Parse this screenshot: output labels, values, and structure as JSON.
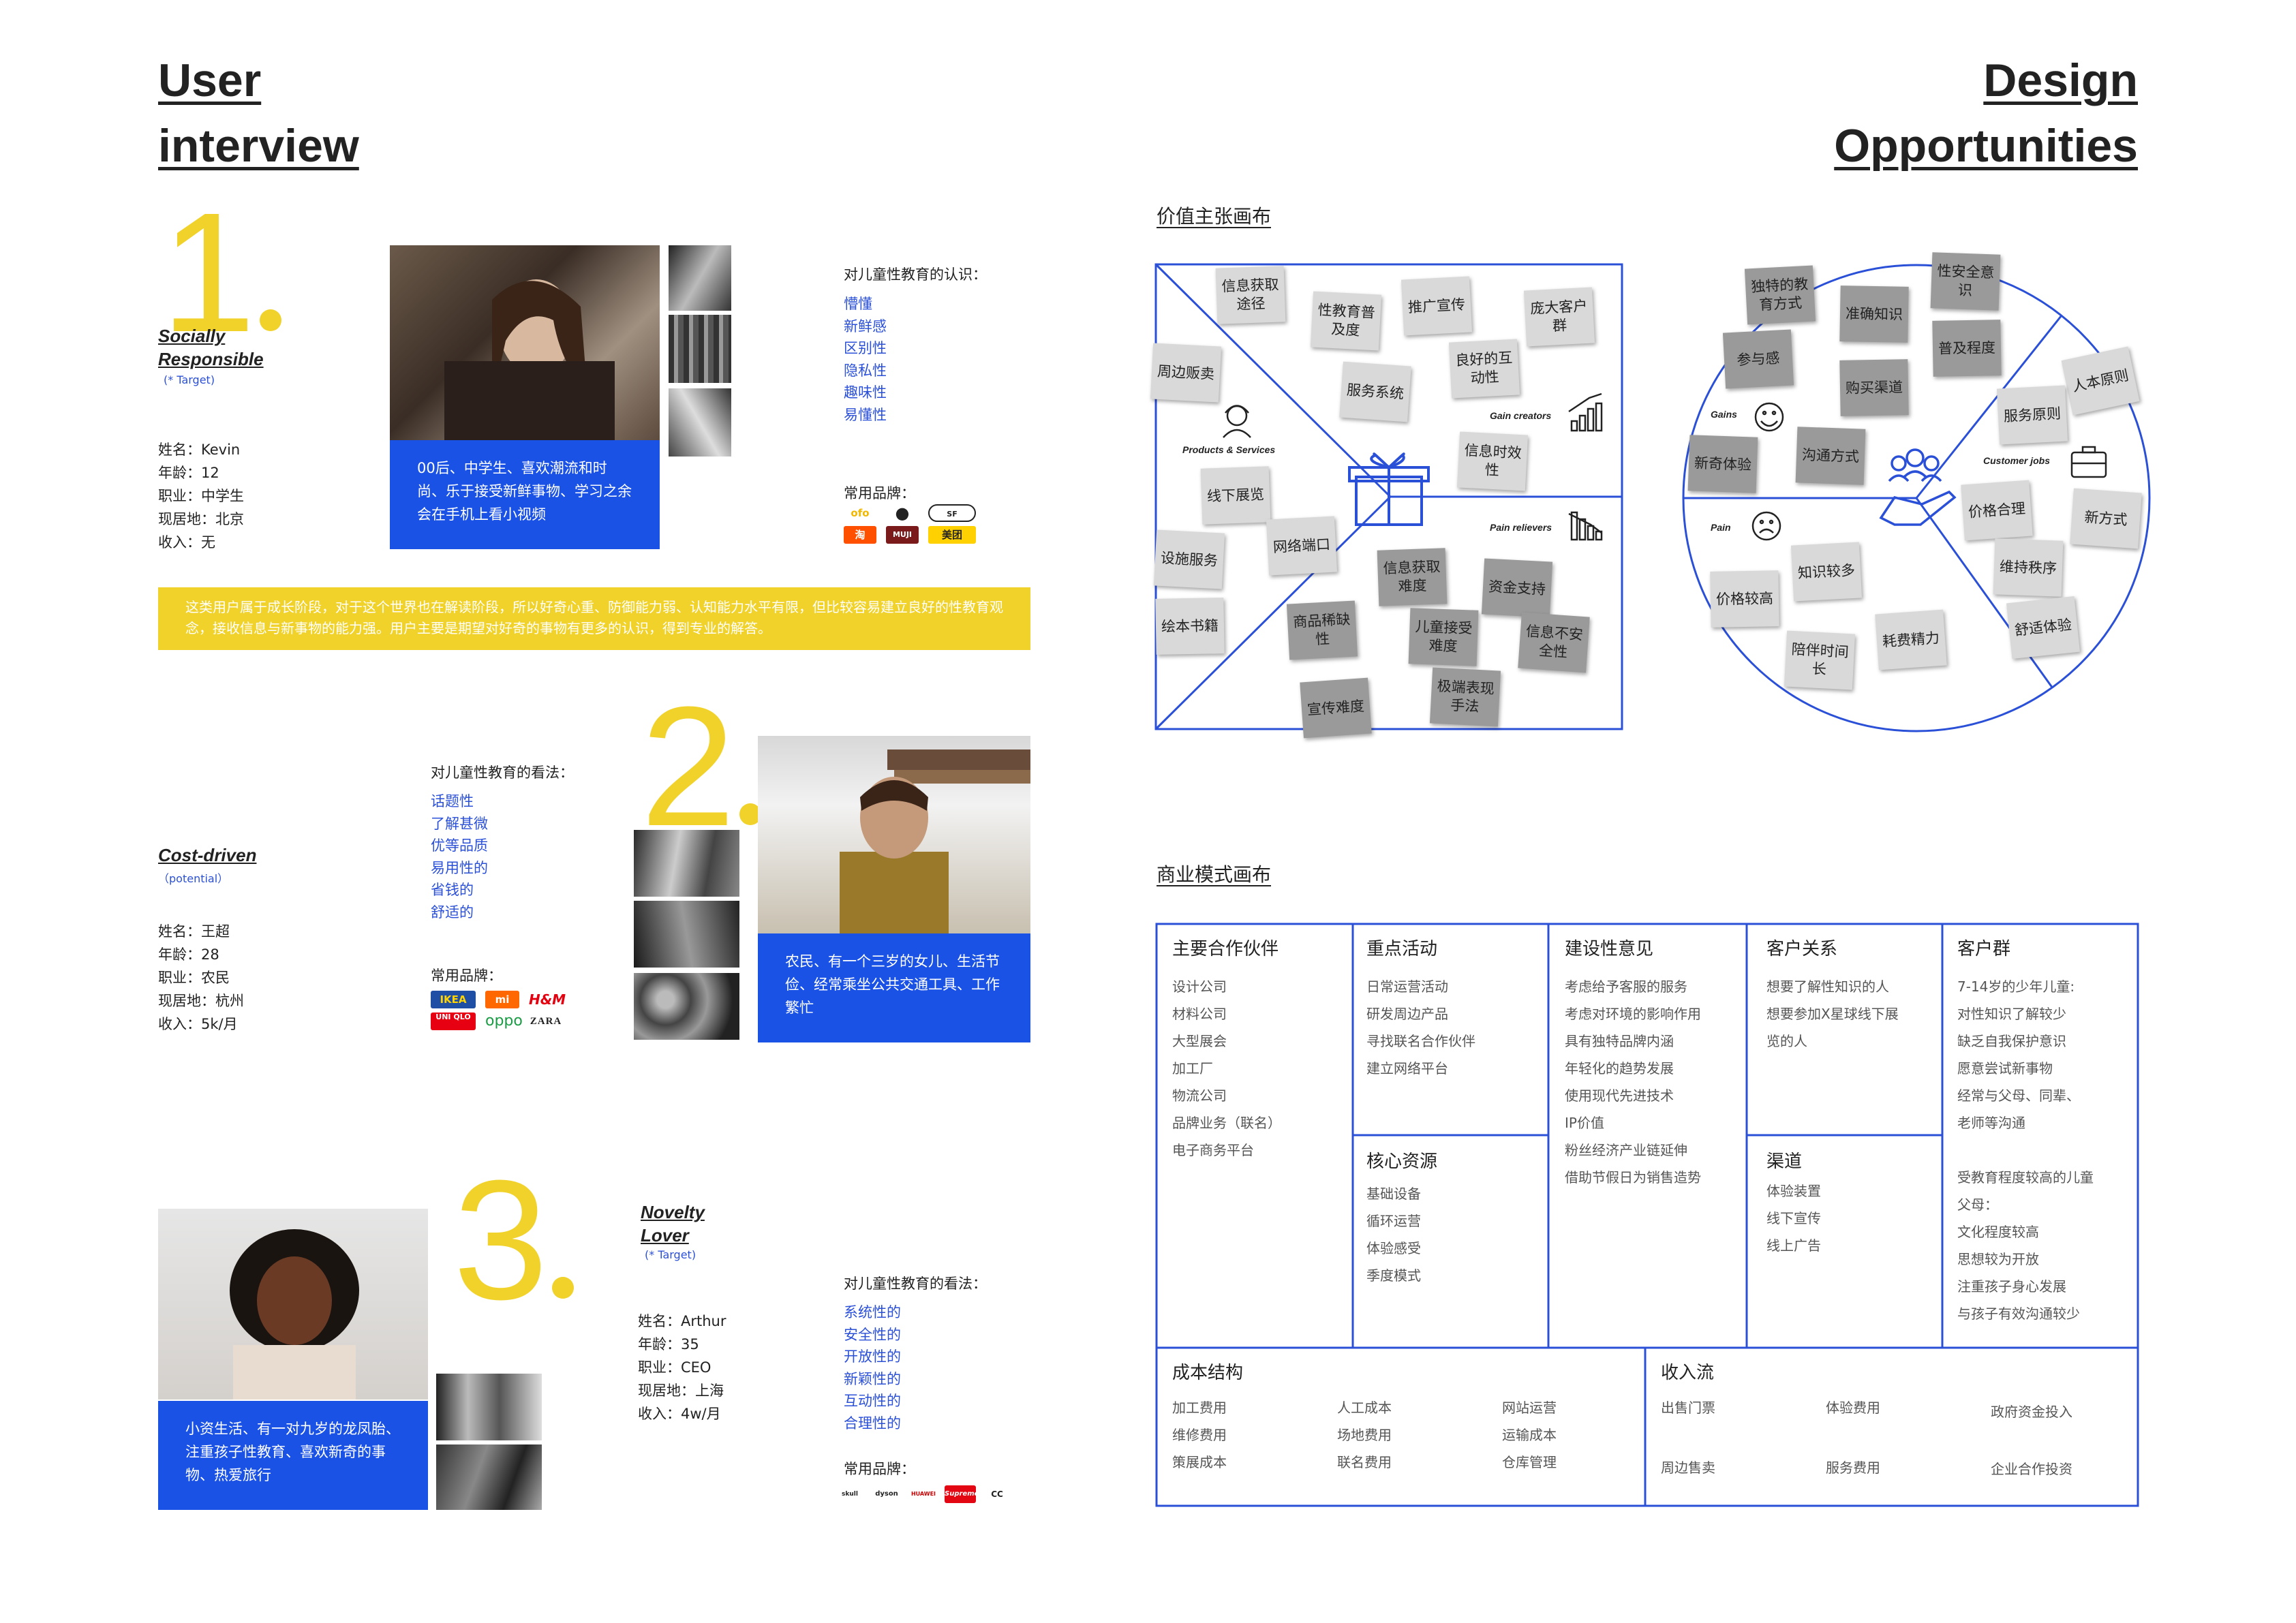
{
  "left_title": [
    "User",
    "interview"
  ],
  "right_title": [
    "Design",
    "Opportunities"
  ],
  "personas": [
    {
      "number": "1",
      "label": [
        "Socially",
        "Responsible"
      ],
      "tag": "(* Target)",
      "info": [
        "姓名：Kevin",
        "年龄：12",
        "职业：中学生",
        "现居地：北京",
        "收入：无"
      ],
      "desc": "00后、中学生、喜欢潮流和时尚、乐于接受新鲜事物、学习之余会在手机上看小视频",
      "question": "对儿童性教育的认识：",
      "views": [
        "懵懂",
        "新鲜感",
        "区别性",
        "隐私性",
        "趣味性",
        "易懂性"
      ],
      "brand_label": "常用品牌：",
      "brands": [
        "ofo",
        "",
        "SF EXPRESS",
        "淘",
        "MUJI",
        "美团"
      ],
      "summary": "这类用户属于成长阶段，对于这个世界也在解读阶段，所以好奇心重、防御能力弱、认知能力水平有限，但比较容易建立良好的性教育观念，接收信息与新事物的能力强。用户主要是期望对好奇的事物有更多的认识，得到专业的解答。"
    },
    {
      "number": "2",
      "label": [
        "Cost-driven"
      ],
      "tag": "（potential）",
      "info": [
        "姓名：王超",
        "年龄：28",
        "职业：农民",
        "现居地：杭州",
        "收入：5k/月"
      ],
      "desc": "农民、有一个三岁的女儿、生活节俭、经常乘坐公共交通工具、工作繁忙",
      "question": "对儿童性教育的看法：",
      "views": [
        "话题性",
        "了解甚微",
        "优等品质",
        "易用性的",
        "省钱的",
        "舒适的"
      ],
      "brand_label": "常用品牌：",
      "brands": [
        "IKEA",
        "mi",
        "H&M",
        "UNI QLO",
        "oppo",
        "ZARA"
      ]
    },
    {
      "number": "3",
      "label": [
        "Novelty",
        "Lover"
      ],
      "tag": "(* Target)",
      "info": [
        "姓名：Arthur",
        "年龄：35",
        "职业：CEO",
        "现居地：上海",
        "收入：4w/月"
      ],
      "desc": "小资生活、有一对九岁的龙凤胎、注重孩子性教育、喜欢新奇的事物、热爱旅行",
      "question": "对儿童性教育的看法：",
      "views": [
        "系统性的",
        "安全性的",
        "开放性的",
        "新颖性的",
        "互动性的",
        "合理性的"
      ],
      "brand_label": "常用品牌：",
      "brands": [
        "skull",
        "dyson",
        "HUAWEI",
        "Supreme",
        "CC"
      ]
    }
  ],
  "vpc": {
    "title": "价值主张画布",
    "labels": {
      "products": "Products & Services",
      "gain_creators": "Gain creators",
      "pain_relievers": "Pain relievers",
      "gains": "Gains",
      "pains": "Pain",
      "jobs": "Customer jobs"
    },
    "square_notes": [
      "信息获取途径",
      "性教育普及度",
      "推广宣传",
      "庞大客户群",
      "周边贩卖",
      "服务系统",
      "良好的互动性",
      "信息时效性",
      "线下展览",
      "设施服务",
      "网络端口",
      "信息获取难度",
      "资金支持",
      "绘本书籍",
      "商品稀缺性",
      "儿童接受难度",
      "信息不安全性",
      "宣传难度",
      "极端表现手法"
    ],
    "circle_notes": [
      "独特的教育方式",
      "准确知识",
      "性安全意识",
      "参与感",
      "普及程度",
      "购买渠道",
      "人本原则",
      "服务原则",
      "新奇体验",
      "沟通方式",
      "价格合理",
      "新方式",
      "知识较多",
      "维持秩序",
      "价格较高",
      "舒适体验",
      "耗费精力",
      "陪伴时间长"
    ]
  },
  "bmc": {
    "title": "商业模式画布",
    "partners": {
      "head": "主要合作伙伴",
      "items": [
        "设计公司",
        "材料公司",
        "大型展会",
        "加工厂",
        "物流公司",
        "品牌业务（联名）",
        "电子商务平台"
      ]
    },
    "activities": {
      "head": "重点活动",
      "items": [
        "日常运营活动",
        "研发周边产品",
        "寻找联名合作伙伴",
        "建立网络平台"
      ]
    },
    "resources": {
      "head": "核心资源",
      "items": [
        "基础设备",
        "循环运营",
        "体验感受",
        "季度模式"
      ]
    },
    "value": {
      "head": "建设性意见",
      "items": [
        "考虑给予客服的服务",
        "考虑对环境的影响作用",
        "具有独特品牌内涵",
        "年轻化的趋势发展",
        "使用现代先进技术",
        "IP价值",
        "粉丝经济产业链延伸",
        "借助节假日为销售造势"
      ]
    },
    "relations": {
      "head": "客户关系",
      "items": [
        "想要了解性知识的人",
        "想要参加X星球线下展",
        "览的人"
      ]
    },
    "channels": {
      "head": "渠道",
      "items": [
        "体验装置",
        "线下宣传",
        "线上广告"
      ]
    },
    "segments": {
      "head": "客户群",
      "items": [
        "7-14岁的少年儿童:",
        "对性知识了解较少",
        "缺乏自我保护意识",
        "愿意尝试新事物",
        "经常与父母、同辈、",
        "老师等沟通",
        "",
        "受教育程度较高的儿童",
        "父母：",
        "文化程度较高",
        "思想较为开放",
        "注重孩子身心发展",
        "与孩子有效沟通较少"
      ]
    },
    "cost": {
      "head": "成本结构",
      "items": [
        "加工费用",
        "人工成本",
        "网站运营",
        "维修费用",
        "场地费用",
        "运输成本",
        "策展成本",
        "联名费用",
        "仓库管理"
      ]
    },
    "revenue": {
      "head": "收入流",
      "items": [
        "出售门票",
        "体验费用",
        "政府资金投入",
        "周边售卖",
        "服务费用",
        "企业合作投资"
      ]
    }
  }
}
